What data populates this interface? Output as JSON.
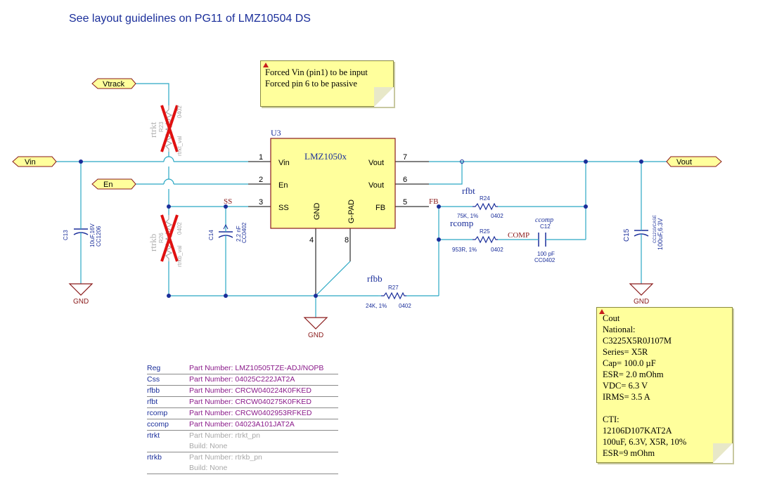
{
  "heading": "See layout guidelines on PG11 of LMZ10504 DS",
  "note1": {
    "lines": [
      "Forced Vin (pin1) to be input",
      "Forced pin 6 to be passive"
    ]
  },
  "note2": {
    "lines": [
      "Cout",
      "National:",
      "C3225X5R0J107M",
      "Series= X5R",
      "Cap= 100.0 µF",
      "ESR= 2.0 mOhm",
      "VDC= 6.3 V",
      "IRMS= 3.5 A",
      "",
      "CTI:",
      "12106D107KAT2A",
      "100uF, 6.3V, X5R, 10%",
      "ESR=9 mOhm"
    ]
  },
  "ports": {
    "vtrack": "Vtrack",
    "vin": "Vin",
    "en": "En",
    "vout": "Vout"
  },
  "ic": {
    "ref": "U3",
    "value": "LMZ1050x",
    "pins": {
      "vin": {
        "num": "1",
        "name": "Vin"
      },
      "en": {
        "num": "2",
        "name": "En"
      },
      "ss": {
        "num": "3",
        "name": "SS"
      },
      "gnd": {
        "num": "4",
        "name": "GND"
      },
      "fb": {
        "num": "5",
        "name": "FB"
      },
      "vout6": {
        "num": "6",
        "name": "Vout"
      },
      "vout7": {
        "num": "7",
        "name": "Vout"
      },
      "gpad": {
        "num": "8",
        "name": "G-PAD"
      }
    }
  },
  "nets": {
    "ss": "SS",
    "fb": "FB",
    "comp": "COMP"
  },
  "gnd_label": "GND",
  "parts": {
    "r23": {
      "ref": "R23",
      "group": "rtrkt",
      "val": "rtrkt_val",
      "pkg": "0402"
    },
    "r26": {
      "ref": "R26",
      "group": "rtrkb",
      "val": "rtrkb_val",
      "pkg": "0402"
    },
    "c13": {
      "ref": "C13",
      "val": "10uF,16V",
      "pkg": "CC1206"
    },
    "c14": {
      "ref": "C14",
      "val": "2.2 nF",
      "pkg": "CC0402"
    },
    "r24": {
      "ref": "R24",
      "group": "rfbt",
      "val": "75K, 1%",
      "pkg": "0402"
    },
    "r25": {
      "ref": "R25",
      "group": "rcomp",
      "val": "953R, 1%",
      "pkg": "0402"
    },
    "c12": {
      "ref": "C12",
      "group": "ccomp",
      "val": "100 pF",
      "pkg": "CC0402"
    },
    "r27": {
      "ref": "R27",
      "group": "rfbb",
      "val": "24K, 1%",
      "pkg": "0402"
    },
    "c15": {
      "ref": "C15",
      "val": "100uF,6.3V",
      "pkg": "CC1210/CASE"
    }
  },
  "bom": [
    {
      "ref": "Reg",
      "pn": "Part Number: LMZ10505TZE-ADJ/NOPB",
      "dnp": false
    },
    {
      "ref": "Css",
      "pn": "Part Number: 04025C222JAT2A",
      "dnp": false
    },
    {
      "ref": "rfbb",
      "pn": "Part Number: CRCW040224K0FKED",
      "dnp": false
    },
    {
      "ref": "rfbt",
      "pn": "Part Number: CRCW040275K0FKED",
      "dnp": false
    },
    {
      "ref": "rcomp",
      "pn": "Part Number: CRCW0402953RFKED",
      "dnp": false
    },
    {
      "ref": "ccomp",
      "pn": "Part Number: 04023A101JAT2A",
      "dnp": false
    },
    {
      "ref": "rtrkt",
      "pn": "Part Number: rtrkt_pn",
      "build": "Build: None",
      "dnp": true
    },
    {
      "ref": "rtrkb",
      "pn": "Part Number: rtrkb_pn",
      "build": "Build: None",
      "dnp": true
    }
  ],
  "colors": {
    "wire": "#2aa8c4",
    "body": "#ffff9c",
    "outline": "#8a1a1a",
    "blue_text": "#1a2e9a",
    "dnp_cross": "#e01010",
    "dot": "#1a2e9a"
  }
}
